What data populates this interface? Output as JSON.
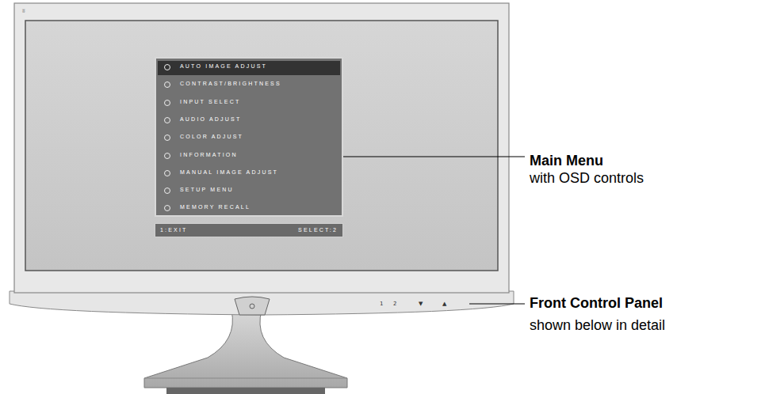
{
  "diagram": {
    "nodes": [
      {
        "text": [
          "AUTO IMAGE ADJUST",
          "CONTRAST/BRIGHTNESS",
          "INPUT SELECT",
          "AUDIO ADJUST",
          "COLOR ADJUST",
          "INFORMATION",
          "MANUAL IMAGE ADJUST",
          "SETUP MENU",
          "MEMORY RECALL"
        ]
      },
      {
        "text": [
          "1:EXIT",
          "SELECT:2"
        ]
      }
    ],
    "labels": [
      "Main Menu",
      "with OSD controls",
      "Front Control Panel",
      "shown below in detail",
      "1",
      "2",
      "▼",
      "▲"
    ]
  }
}
